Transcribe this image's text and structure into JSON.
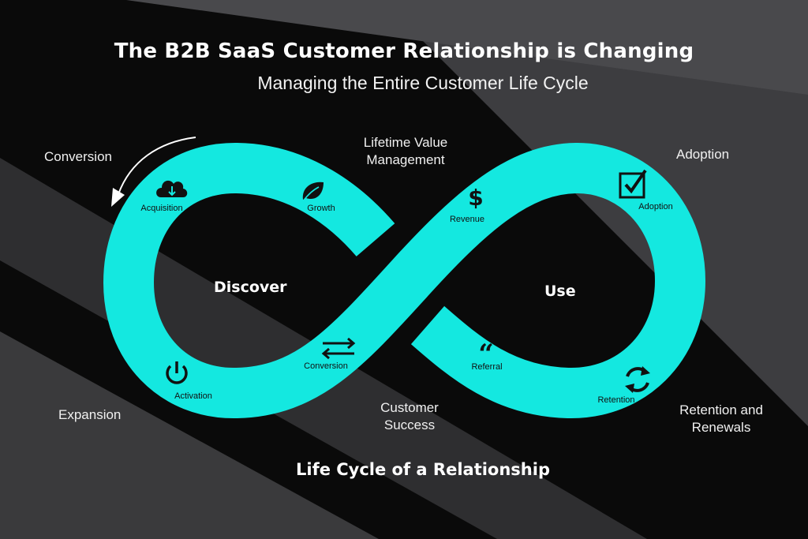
{
  "header": {
    "title": "The B2B SaaS Customer Relationship is Changing",
    "subtitle": "Managing the Entire Customer Life Cycle"
  },
  "outer_labels": {
    "conversion": "Conversion",
    "lifetime_value_line1": "Lifetime Value",
    "lifetime_value_line2": "Management",
    "adoption": "Adoption",
    "expansion": "Expansion",
    "customer_success_line1": "Customer",
    "customer_success_line2": "Success",
    "retention_line1": "Retention and",
    "retention_line2": "Renewals"
  },
  "loops": {
    "left": "Discover",
    "right": "Use"
  },
  "stages": {
    "acquisition": "Acquisition",
    "growth": "Growth",
    "revenue": "Revenue",
    "adoption": "Adoption",
    "conversion": "Conversion",
    "activation": "Activation",
    "referral": "Referral",
    "retention": "Retention"
  },
  "footer": "Life Cycle of a Relationship",
  "colors": {
    "background": "#0a0a0a",
    "band": "#3a3a3c",
    "loop": "#14e8e0",
    "icon": "#111111",
    "text": "#ffffff"
  },
  "icons": {
    "acquisition": "cloud-download-icon",
    "growth": "leaf-icon",
    "revenue": "dollar-icon",
    "adoption": "checkbox-icon",
    "conversion": "swap-arrows-icon",
    "activation": "power-icon",
    "referral": "quote-icon",
    "retention": "refresh-icon",
    "direction": "curved-arrow-icon"
  }
}
